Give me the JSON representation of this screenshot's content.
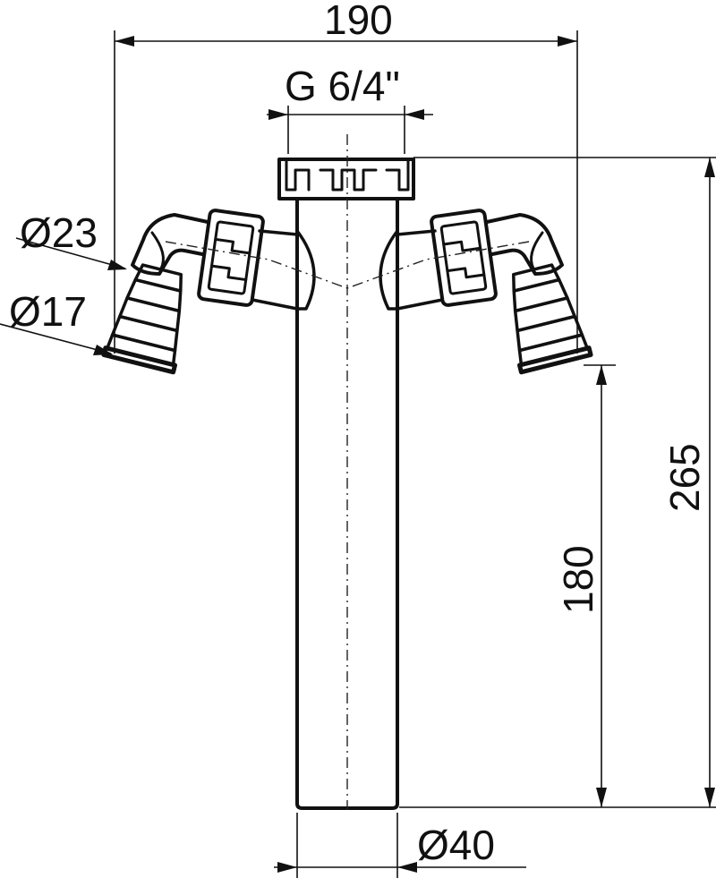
{
  "drawing": {
    "dim_overall_width": "190",
    "dim_thread": "G 6/4\"",
    "dim_outer_diameter_inlet": "Ø23",
    "dim_inner_diameter_inlet": "Ø17",
    "dim_total_height": "265",
    "dim_inlet_height": "180",
    "dim_pipe_diameter": "Ø40"
  },
  "colors": {
    "line": "#111111",
    "background": "#ffffff"
  }
}
